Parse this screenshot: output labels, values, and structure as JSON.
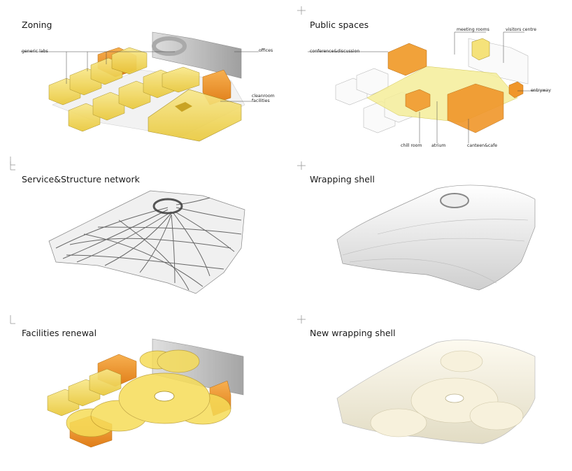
{
  "panels": [
    {
      "title": "Zoning",
      "labels": {
        "generic_labs": "generic labs",
        "offices": "offices",
        "cleanroom_1": "cleanroom",
        "cleanroom_2": "facilities"
      }
    },
    {
      "title": "Public spaces",
      "labels": {
        "conference": "conference&discussion",
        "meeting_rooms": "meeting rooms",
        "visitors_centre": "visitors centre",
        "entryway": "entryway",
        "chill_room": "chill room",
        "atrium": "atrium",
        "canteen": "canteen&cafe"
      }
    },
    {
      "title": "Service&Structure network"
    },
    {
      "title": "Wrapping shell"
    },
    {
      "title": "Facilities renewal"
    },
    {
      "title": "New wrapping shell"
    }
  ],
  "colors": {
    "yellow": "#f2d84a",
    "orange": "#ef9a2a",
    "grey": "#9a9a9a",
    "shell": "#f4f0e0"
  }
}
